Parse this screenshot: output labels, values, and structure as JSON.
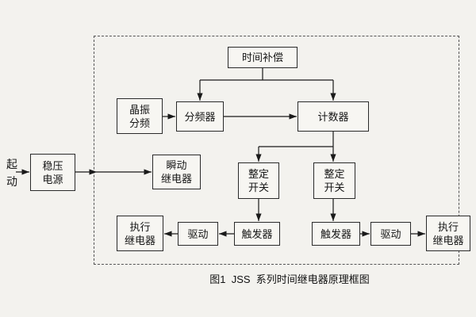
{
  "diagram": {
    "caption": "图1  JSS  系列时间继电器原理框图",
    "start_label": "起\n动",
    "boxes": {
      "time_comp": "时间补偿",
      "crystal": "晶振\n分频",
      "divider": "分频器",
      "counter": "计数器",
      "power": "稳压\n电源",
      "instant_relay": "瞬动\n继电器",
      "setting_switch_1": "整定\n开关",
      "setting_switch_2": "整定\n开关",
      "trigger_1": "触发器",
      "trigger_2": "触发器",
      "drive_1": "驱动",
      "drive_2": "驱动",
      "exec_relay_1": "执行\n继电器",
      "exec_relay_2": "执行\n继电器"
    },
    "line_color": "#1a1a1a",
    "frame_style": "dashed"
  }
}
